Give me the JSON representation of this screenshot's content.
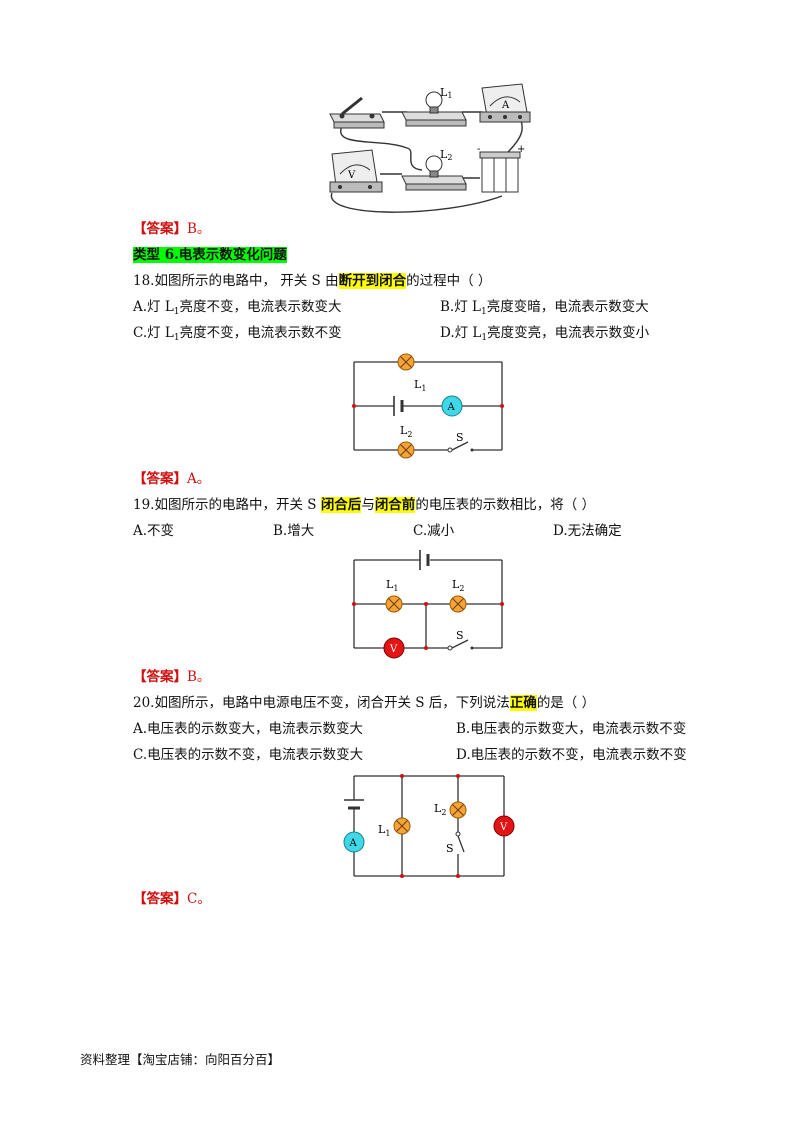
{
  "answers": {
    "prefix": "【答案】",
    "q17": "B。",
    "q18": "A。",
    "q19": "B。",
    "q20": "C。"
  },
  "section": {
    "title": "类型 6.电表示数变化问题"
  },
  "q18": {
    "stem_a": "18.如图所示的电路中，  开关 S 由",
    "highlight": "断开到闭合",
    "stem_b": "的过程中（      ）",
    "options": {
      "A": [
        "A.灯 L",
        "1",
        "亮度不变，电流表示数变大"
      ],
      "B": [
        "B.灯 L",
        "1",
        "亮度变暗，电流表示数变大"
      ],
      "C": [
        "C.灯 L",
        "1",
        "亮度不变，电流表示数不变"
      ],
      "D": [
        "D.灯 L",
        "1",
        "亮度变亮，电流表示数变小"
      ]
    }
  },
  "q19": {
    "stem_a": "19.如图所示的电路中，开关 S ",
    "hl1": "闭合后",
    "mid": "与",
    "hl2": "闭合前",
    "stem_b": "的电压表的示数相比，将（      ）",
    "options": {
      "A": "A.不变",
      "B": "B.增大",
      "C": "C.减小",
      "D": "D.无法确定"
    }
  },
  "q20": {
    "stem_a": "20.如图所示，电路中电源电压不变，闭合开关 S 后，下列说法",
    "highlight": "正确",
    "stem_b": "的是（      ）",
    "options": {
      "A": "A.电压表的示数变大，电流表示数变大",
      "B": "B.电压表的示数变大，电流表示数不变",
      "C": "C.电压表的示数不变，电流表示数变大",
      "D": "D.电压表的示数不变，电流表示数不变"
    }
  },
  "labels": {
    "L": "L",
    "one": "1",
    "two": "2",
    "A": "A",
    "V": "V",
    "S": "S",
    "plus": "+",
    "minus": "-"
  },
  "footer": "资料整理【淘宝店铺：向阳百分百】"
}
